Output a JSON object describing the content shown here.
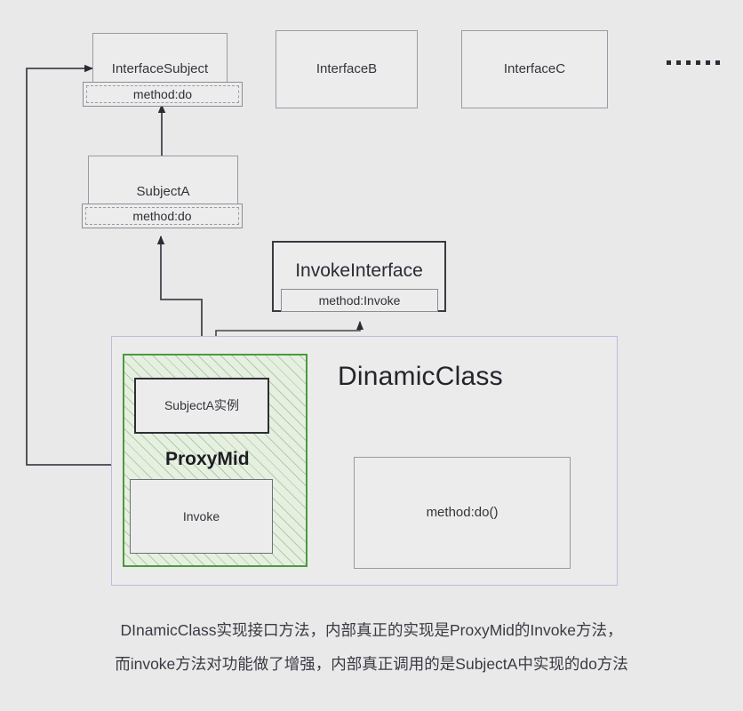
{
  "diagram": {
    "title_text": "DinamicClass",
    "background_color": "#e9e9e9",
    "accent_green": "#4b9a3f",
    "accent_lavender": "#bcbcdd"
  },
  "interfaces": [
    {
      "id": "interface-subject",
      "label": "InterfaceSubject",
      "method": "method:do",
      "has_method": true
    },
    {
      "id": "interface-b",
      "label": "InterfaceB",
      "method": "",
      "has_method": false
    },
    {
      "id": "interface-c",
      "label": "InterfaceC",
      "method": "",
      "has_method": false
    }
  ],
  "ellipsis": {
    "glyph": "......",
    "dot_count": 6
  },
  "subject_class": {
    "label": "SubjectA",
    "method": "method:do"
  },
  "invoke_interface": {
    "label": "InvokeInterface",
    "method": "method:Invoke"
  },
  "dinamic_class": {
    "title": "DinamicClass",
    "proxy": {
      "label": "ProxyMid",
      "instance_label": "SubjectA实例",
      "invoke_label": "Invoke"
    },
    "method_box": {
      "label": "method:do()"
    }
  },
  "caption": {
    "line1": "DInamicClass实现接口方法，内部真正的实现是ProxyMid的Invoke方法，",
    "line2": "而invoke方法对功能做了增强，内部真正调用的是SubjectA中实现的do方法"
  }
}
